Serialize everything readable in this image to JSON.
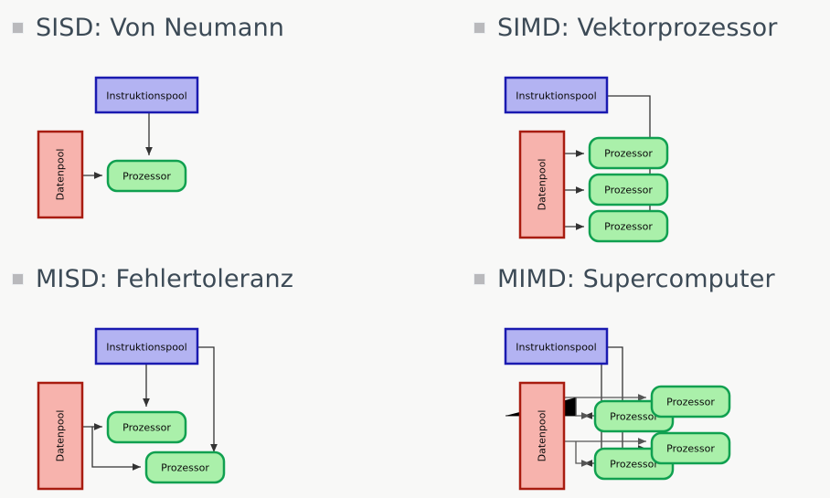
{
  "slide": {
    "background_color": "#f8f8f7",
    "heading_color": "#3c4a56",
    "bullet_color": "#b9b9bc"
  },
  "palette": {
    "instruction_fill": "#b3b3f2",
    "instruction_stroke": "#1a1ab0",
    "data_fill": "#f7b3ad",
    "data_stroke": "#a81c10",
    "processor_fill": "#aaf0aa",
    "processor_stroke": "#10a050",
    "arrow_color": "#333333"
  },
  "labels": {
    "instruction_pool": "Instruktionspool",
    "data_pool": "Datenpool",
    "processor": "Prozessor"
  },
  "quadrants": [
    {
      "id": "sisd",
      "bullet": "square-bullet",
      "title": "SISD: Von Neumann",
      "instruction_pools": 1,
      "data_pools": 1,
      "processors": 1
    },
    {
      "id": "simd",
      "bullet": "square-bullet",
      "title": "SIMD: Vektorprozessor",
      "instruction_pools": 1,
      "data_pools": 1,
      "processors": 3
    },
    {
      "id": "misd",
      "bullet": "square-bullet",
      "title": "MISD: Fehlertoleranz",
      "instruction_pools": 1,
      "data_pools": 1,
      "processors": 2
    },
    {
      "id": "mimd",
      "bullet": "square-bullet",
      "title": "MIMD: Supercomputer",
      "instruction_pools": 1,
      "data_pools": 1,
      "processors": 4
    }
  ]
}
